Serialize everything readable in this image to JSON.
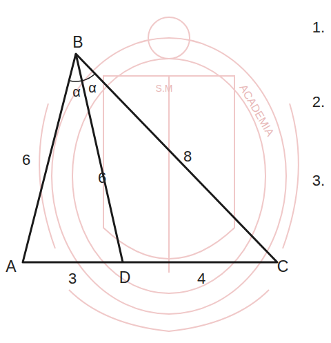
{
  "diagram": {
    "labels": [
      "B",
      "A",
      "D",
      "C",
      "6",
      "6",
      "8",
      "3",
      "4",
      "α",
      "α",
      "1.",
      "2.",
      "3.",
      "S.M",
      "ACADEMIA"
    ]
  }
}
